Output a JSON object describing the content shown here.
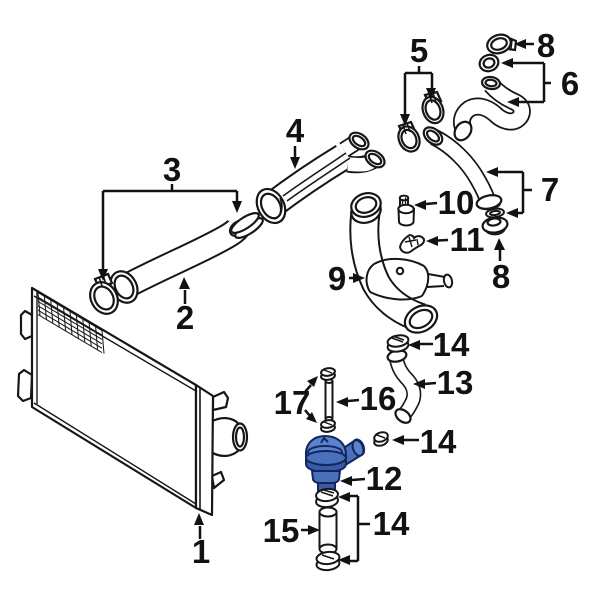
{
  "figure": {
    "type": "exploded-parts-diagram",
    "background": "#ffffff",
    "line_color": "#161616"
  },
  "colors": {
    "part_highlight": "#4a70bc",
    "part_highlight_light": "#5b82cc",
    "part_highlight_dark": "#3a5ba8",
    "part_outline": "#14275c"
  },
  "callouts": {
    "n1": "1",
    "n2": "2",
    "n3": "3",
    "n4": "4",
    "n5": "5",
    "n6": "6",
    "n7": "7",
    "n8_top": "8",
    "n8_bottom": "8",
    "n9": "9",
    "n10": "10",
    "n11": "11",
    "n12": "12",
    "n13": "13",
    "n14_top": "14",
    "n14_mid": "14",
    "n14_bottom": "14",
    "n15": "15",
    "n16": "16",
    "n17": "17"
  }
}
